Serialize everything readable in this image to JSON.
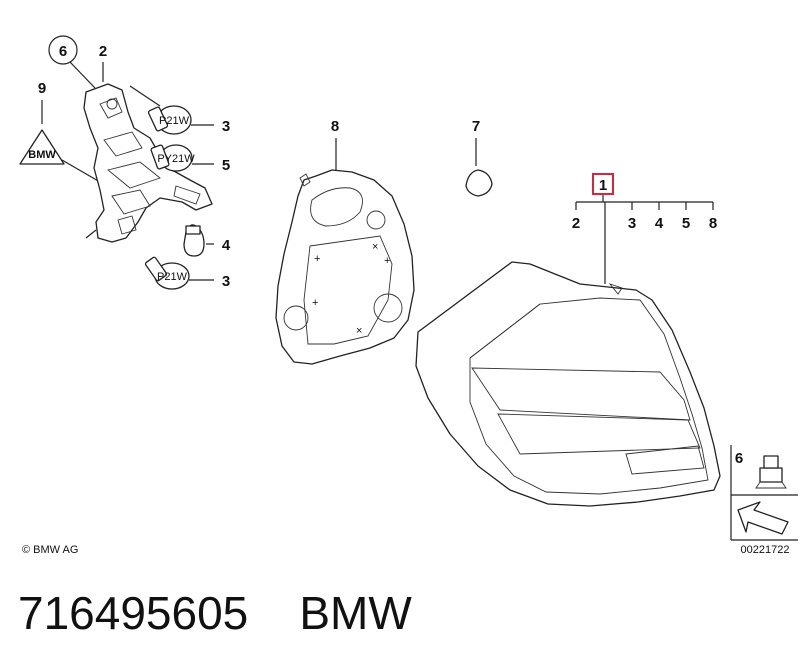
{
  "diagram": {
    "callouts": {
      "c6_left": "6",
      "c2_top": "2",
      "c9": "9",
      "c3_upper": "3",
      "c5": "5",
      "c4": "4",
      "c3_lower": "3",
      "c8": "8",
      "c7": "7",
      "c1": "1",
      "c2_right": "2",
      "c3_right": "3",
      "c4_right": "4",
      "c5_right": "5",
      "c8_right": "8",
      "c6_inset": "6"
    },
    "triangle_text": "BMW",
    "copyright": "© BMW AG",
    "diagram_number": "00221722"
  },
  "caption": {
    "part_number": "716495605",
    "brand": "BMW"
  },
  "colors": {
    "highlight": "#d9243a",
    "ink": "#222222"
  }
}
